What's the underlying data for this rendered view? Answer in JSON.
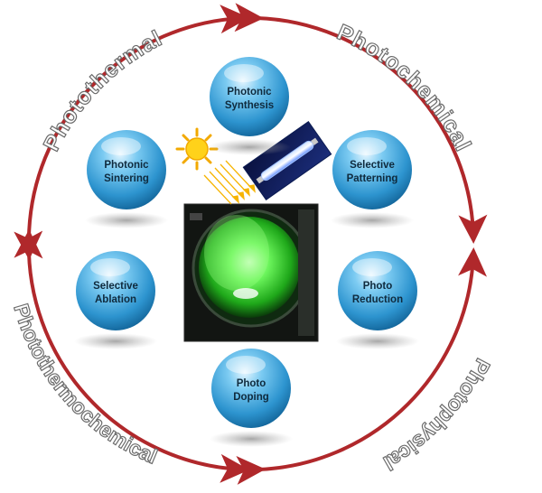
{
  "arc_labels": {
    "top_left": "Photothermal",
    "top_right": "Photochemical",
    "bottom_left": "Photothermochemical",
    "bottom_right": "Photophysical"
  },
  "spheres": [
    {
      "id": "photonic-synthesis",
      "line1": "Photonic",
      "line2": "Synthesis"
    },
    {
      "id": "photonic-sintering",
      "line1": "Photonic",
      "line2": "Sintering"
    },
    {
      "id": "selective-patterning",
      "line1": "Selective",
      "line2": "Patterning"
    },
    {
      "id": "selective-ablation",
      "line1": "Selective",
      "line2": "Ablation"
    },
    {
      "id": "photo-reduction",
      "line1": "Photo",
      "line2": "Reduction"
    },
    {
      "id": "photo-doping",
      "line1": "Photo",
      "line2": "Doping"
    }
  ],
  "colors": {
    "arrow": "#b0282b",
    "sphere_light": "#bfe6fb",
    "sphere_mid": "#3fa6dd",
    "sphere_dark": "#136a9e",
    "glow_green": "#3ff03a",
    "sun": "#ffd21a",
    "lamp": "#6fa8ff"
  },
  "icons": [
    "sun-icon",
    "lamp-icon",
    "light-rays-icon"
  ]
}
